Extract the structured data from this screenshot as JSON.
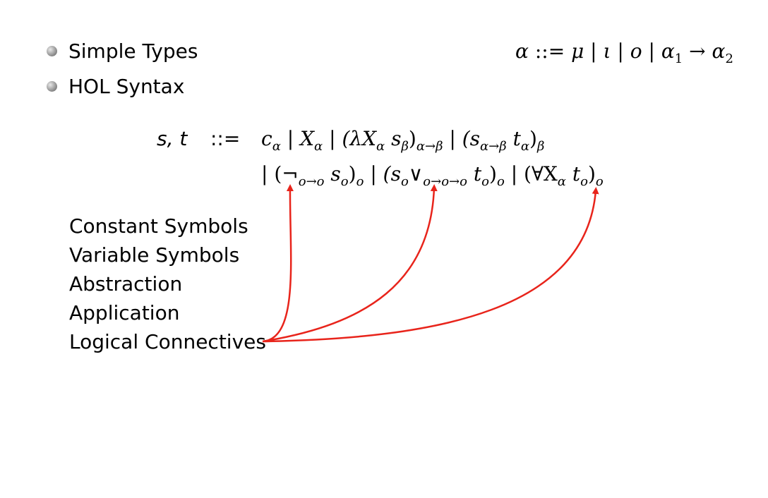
{
  "bullets": [
    {
      "label": "Simple Types"
    },
    {
      "label": "HOL Syntax"
    }
  ],
  "types_formula": {
    "alpha": "α",
    "def": "::=",
    "mu": "μ",
    "bar": "|",
    "iota": "ι",
    "o": "o",
    "a1": "α",
    "sub1": "1",
    "arrow": "→",
    "a2": "α",
    "sub2": "2"
  },
  "syntax": {
    "lhs": "s, t",
    "def": "::=",
    "line1": {
      "c": "c",
      "c_sub": "α",
      "bar1": "|",
      "X": "X",
      "X_sub": "α",
      "bar2": "|",
      "abs_open": "(λX",
      "abs_X_sub": "α",
      "abs_s": "s",
      "abs_s_sub": "β",
      "abs_close": ")",
      "abs_sub": "α→β",
      "bar3": "|",
      "app_open": "(s",
      "app_s_sub": "α→β",
      "app_t": "t",
      "app_t_sub": "α",
      "app_close": ")",
      "app_sub": "β"
    },
    "line2": {
      "bar0": "|",
      "neg_open": "(¬",
      "neg_sub": "o→o",
      "neg_s": "s",
      "neg_s_sub": "o",
      "neg_close": ")",
      "neg_out": "o",
      "bar1": "|",
      "or_open": "(s",
      "or_s_sub": "o",
      "or_sym": "∨",
      "or_sub": "o→o→o",
      "or_t": "t",
      "or_t_sub": "o",
      "or_close": ")",
      "or_out": "o",
      "bar2": "|",
      "all_open": "(∀X",
      "all_X_sub": "α",
      "all_t": "t",
      "all_t_sub": "o",
      "all_close": ")",
      "all_out": "o"
    }
  },
  "labels": [
    "Constant Symbols",
    "Variable Symbols",
    "Abstraction",
    "Application",
    "Logical Connectives"
  ],
  "colors": {
    "arrow": "#e8241b"
  }
}
